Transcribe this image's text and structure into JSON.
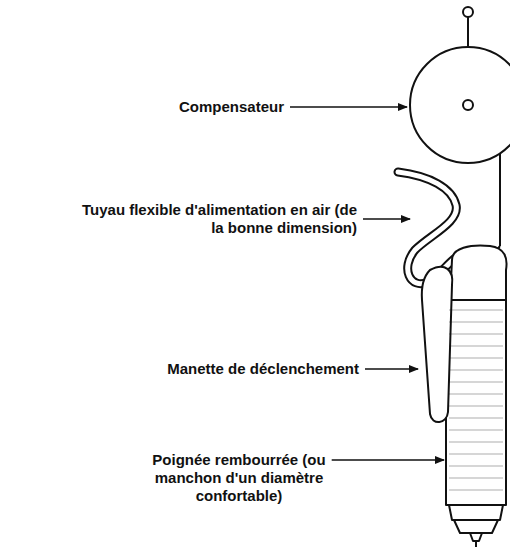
{
  "diagram": {
    "labels": [
      "Compensateur",
      "Tuyau flexible d'alimentation en air (de la bonne dimension)",
      "Manette de déclenchement",
      "Poignée rembourrée (ou manchon d'un diamètre confortable)"
    ]
  }
}
